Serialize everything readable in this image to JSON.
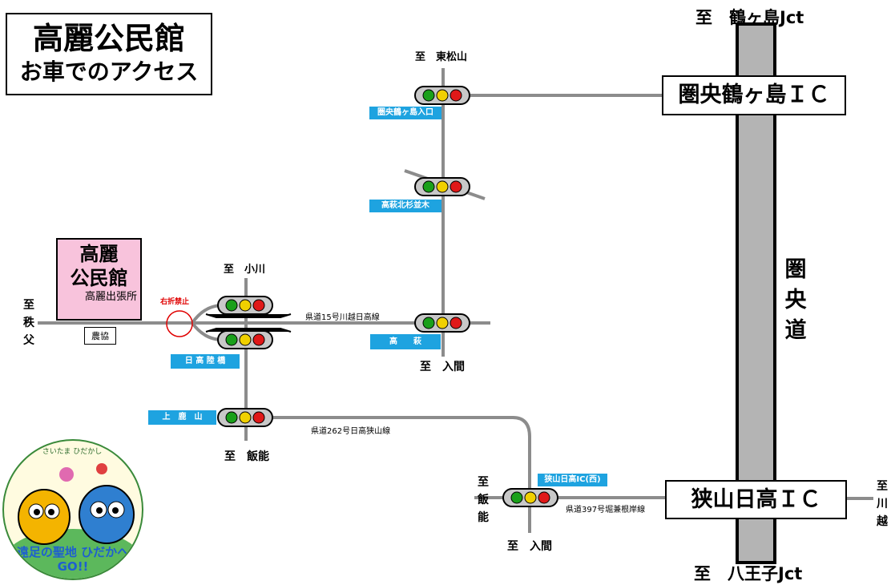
{
  "title": {
    "main": "高麗公民館",
    "sub": "お車でのアクセス"
  },
  "destination": {
    "name": "高麗\n公民館",
    "branch": "高麗出張所",
    "noukyo": "農協",
    "no_right_turn": "右折禁止"
  },
  "ic": {
    "north": "圏央鶴ヶ島ＩＣ",
    "south": "狭山日高ＩＣ"
  },
  "expressway": {
    "name": "圏央道",
    "to_north": "至　鶴ヶ島Jct",
    "to_south": "至　八王子Jct"
  },
  "intersections": {
    "ken_o_entrance": "圏央鶴ヶ島入口",
    "kitasugi": "高萩北杉並木",
    "takahagi": "高　　萩",
    "hidaka_riku": "日 高 陸 橋",
    "kamikayama": "上　鹿　山",
    "sayama_hidaka_west": "狭山日高IC(西)"
  },
  "routes": {
    "r15": "県道15号川越日高線",
    "r262": "県道262号日高狭山線",
    "r397": "県道397号堀兼根岸線"
  },
  "directions": {
    "higashimatsuyama": "至　東松山",
    "ogawa": "至　小川",
    "iruma_center": "至　入間",
    "hanno_center": "至　飯能",
    "iruma_south": "至　入間",
    "chichibu": "至\n秩父",
    "hanno_left": "至\n飯\n能",
    "kawagoe": "至\n川\n越"
  },
  "mascot": {
    "text": "遠足の聖地 ひだかへGO!!",
    "arc_text": "さいたま ひだかし"
  },
  "colors": {
    "road": "#8c8c8c",
    "expressway_fill": "#b4b4b4",
    "label_blue": "#1ea3e0",
    "hall_pink": "#f8c3dc",
    "light_green": "#1aa01a",
    "light_yellow": "#f0d000",
    "light_red": "#e01818"
  },
  "icons": [
    "traffic-light-icon",
    "no-right-turn-icon",
    "mascot-icon"
  ]
}
